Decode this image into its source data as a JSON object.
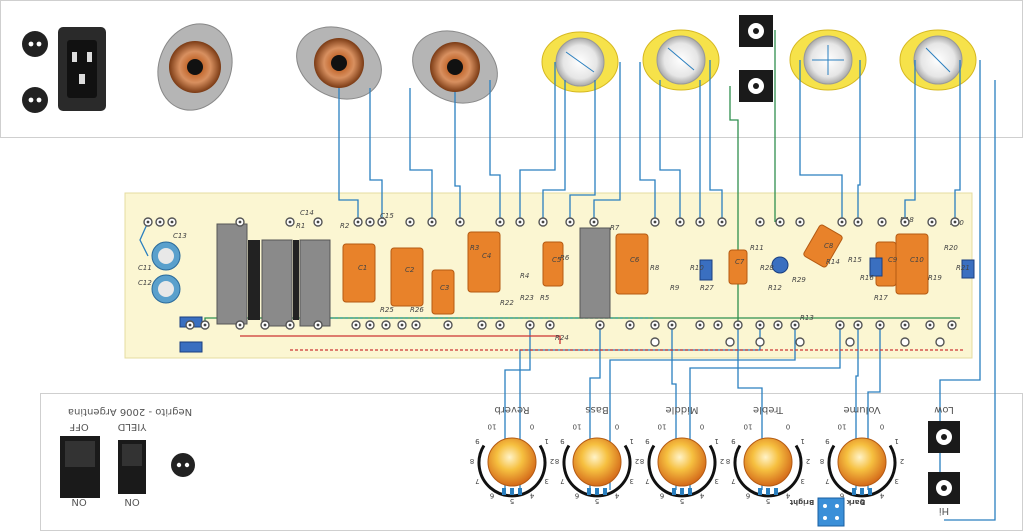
{
  "credit": "Negrito - 2006 Argentina",
  "switches": {
    "power": {
      "top_label": "OFF",
      "bottom_label": "ON"
    },
    "standby": {
      "top_label": "YIELD",
      "bottom_label": "ON"
    }
  },
  "knobs": [
    {
      "label": "Reverb"
    },
    {
      "label": "Bass"
    },
    {
      "label": "Middle"
    },
    {
      "label": "Treble"
    },
    {
      "label": "Volume"
    }
  ],
  "dial_numbers": [
    "0",
    "1",
    "2",
    "3",
    "4",
    "5",
    "6",
    "7",
    "8",
    "9",
    "10"
  ],
  "inputs": {
    "low": "Low",
    "hi": "Hi"
  },
  "bright_switch": {
    "left": "Bright",
    "right": "Dark"
  },
  "board_labels": [
    "C1",
    "C2",
    "C3",
    "C4",
    "C5",
    "C6",
    "C7",
    "C8",
    "C9",
    "C10",
    "C11",
    "C12",
    "C13",
    "C14",
    "C15",
    "R1",
    "R2",
    "R3",
    "R4",
    "R5",
    "R6",
    "R7",
    "R8",
    "R9",
    "R10",
    "R11",
    "R12",
    "R13",
    "R14",
    "R15",
    "R16",
    "R17",
    "R18",
    "R19",
    "R20",
    "R21",
    "R22",
    "R23",
    "R24",
    "R25",
    "R26",
    "R27",
    "R28",
    "R29",
    "R30"
  ],
  "colors": {
    "board": "#fbf6d2",
    "panel_line": "#cccccc",
    "wire_blue": "#2a7fbf",
    "wire_green": "#2f8f4f",
    "wire_red": "#cc3333",
    "cap_orange": "#e8822a",
    "filter_cap": "#8a8a8a",
    "knob_orange": "#f0a020",
    "tube_socket": "#b86a3c",
    "yellow_socket": "#f6e24a"
  }
}
